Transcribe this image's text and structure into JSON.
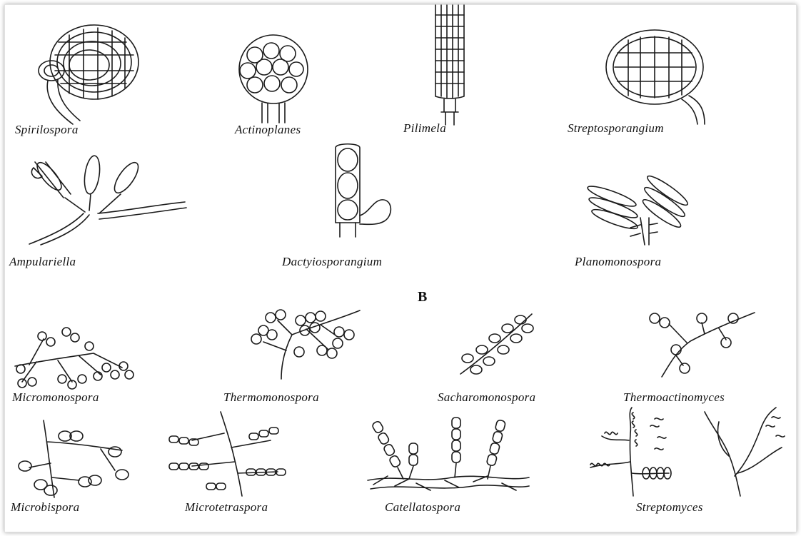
{
  "section_label": "B",
  "genera": {
    "spirilospora": "Spirilospora",
    "actinoplanes": "Actinoplanes",
    "pilimela": "Pilimela",
    "streptosporangium": "Streptosporangium",
    "ampulariella": "Ampulariella",
    "dactyiosporangium": "Dactyiosporangium",
    "planomonospora": "Planomonospora",
    "micromonospora": "Micromonospora",
    "thermomonospora": "Thermomonospora",
    "sacharomonospora": "Sacharomonospora",
    "thermoactinomyces": "Thermoactinomyces",
    "microbispora": "Microbispora",
    "microtetraspora": "Microtetraspora",
    "catellatospora": "Catellatospora",
    "streptomyces": "Streptomyces"
  }
}
